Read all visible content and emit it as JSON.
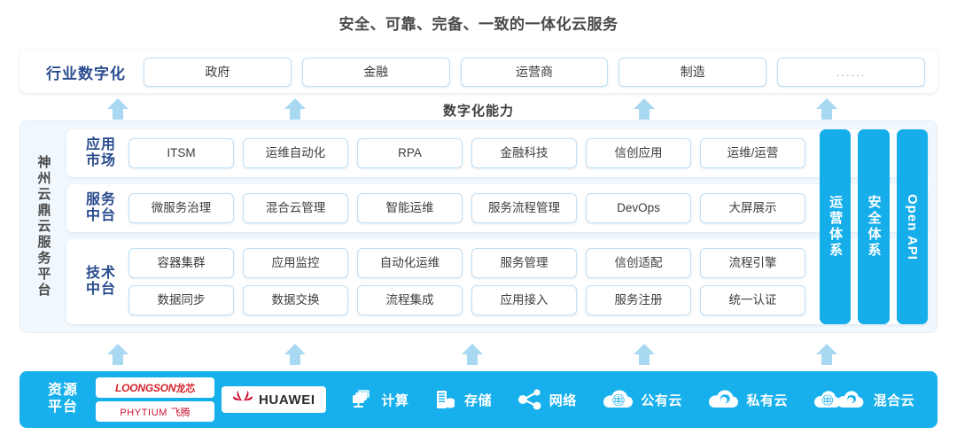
{
  "title": "安全、可靠、完备、一致的一体化云服务",
  "industry": {
    "label": "行业数字化",
    "cells": [
      "政府",
      "金融",
      "运营商",
      "制造",
      "......"
    ]
  },
  "capability_label": "数字化能力",
  "platform": {
    "label": "神州云鼎云服务平台",
    "layers": [
      {
        "label_line1": "应用",
        "label_line2": "市场",
        "cells": [
          "ITSM",
          "运维自动化",
          "RPA",
          "金融科技",
          "信创应用",
          "运维/运营"
        ]
      },
      {
        "label_line1": "服务",
        "label_line2": "中台",
        "cells": [
          "微服务治理",
          "混合云管理",
          "智能运维",
          "服务流程管理",
          "DevOps",
          "大屏展示"
        ]
      },
      {
        "label_line1": "技术",
        "label_line2": "中台",
        "row1": [
          "容器集群",
          "应用监控",
          "自动化运维",
          "服务管理",
          "信创适配",
          "流程引擎"
        ],
        "row2": [
          "数据同步",
          "数据交换",
          "流程集成",
          "应用接入",
          "服务注册",
          "统一认证"
        ]
      }
    ],
    "pillars": [
      "运营体系",
      "安全体系",
      "Open API"
    ]
  },
  "resource": {
    "label_line1": "资源",
    "label_line2": "平台",
    "logos": [
      {
        "name": "loongson",
        "latin": "LOONGSON",
        "cn": "龙芯"
      },
      {
        "name": "phytium",
        "latin": "PHYTIUM",
        "cn": "飞腾"
      },
      {
        "name": "huawei",
        "latin": "HUAWEI",
        "cn": ""
      }
    ],
    "items": [
      {
        "icon": "compute-icon",
        "label": "计算"
      },
      {
        "icon": "storage-icon",
        "label": "存储"
      },
      {
        "icon": "network-icon",
        "label": "网络"
      },
      {
        "icon": "public-cloud-icon",
        "label": "公有云"
      },
      {
        "icon": "private-cloud-icon",
        "label": "私有云"
      },
      {
        "icon": "hybrid-cloud-icon",
        "label": "混合云"
      }
    ]
  },
  "colors": {
    "brand_blue": "#17b0ec",
    "arrow_blue": "#a8d8f2",
    "label_navy": "#2a4c8e",
    "cell_border": "#bfdff5",
    "panel_bg": "#f1f8fd"
  },
  "arrows": {
    "upper_count": 4,
    "lower_count": 5
  }
}
